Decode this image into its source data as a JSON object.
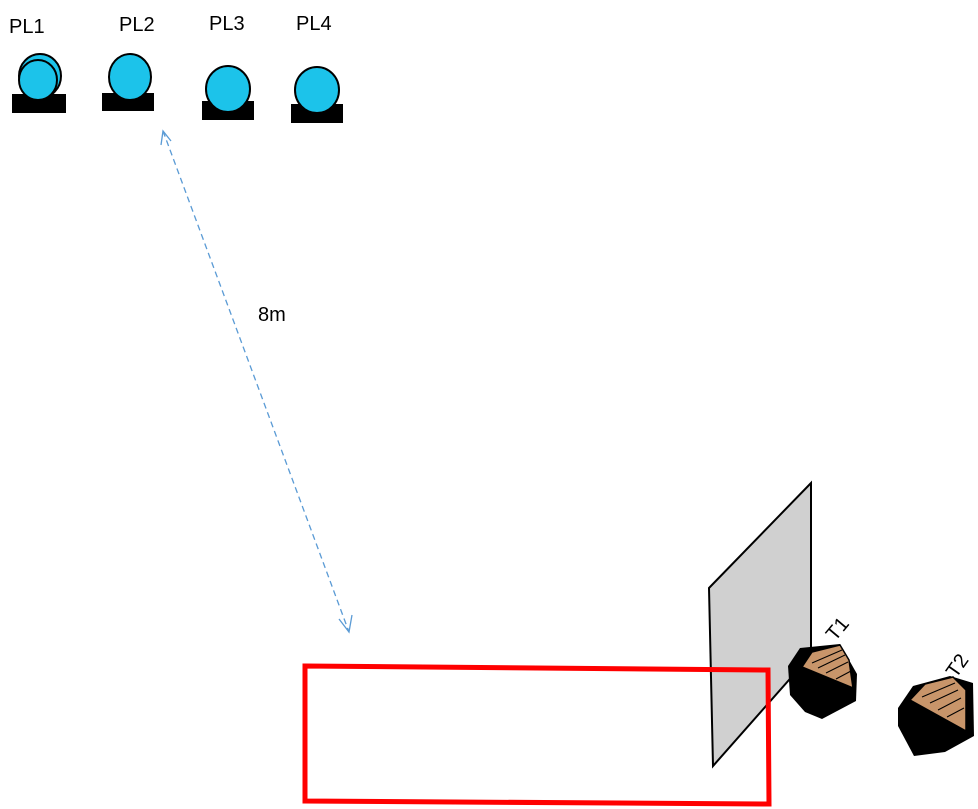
{
  "players": [
    {
      "label": "PL1"
    },
    {
      "label": "PL2"
    },
    {
      "label": "PL3"
    },
    {
      "label": "PL4"
    }
  ],
  "distance": {
    "label": "8m"
  },
  "targets": [
    {
      "label": "T1"
    },
    {
      "label": "T2"
    }
  ],
  "colors": {
    "player_head": "#1cc3ea",
    "player_base": "#000000",
    "distance_line": "#5b9bd5",
    "zone_outline": "#ff0000",
    "panel_fill": "#d0d0d0",
    "target_body": "#000000",
    "target_cap": "#c8956a"
  }
}
